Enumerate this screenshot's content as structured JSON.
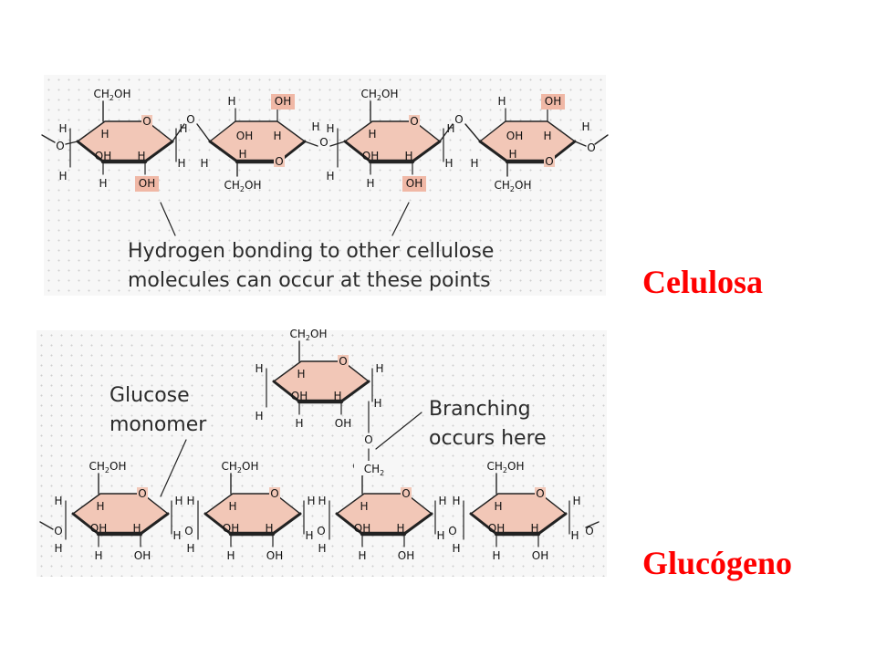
{
  "labels": {
    "cellulose": "Celulosa",
    "glycogen": "Glucógeno"
  },
  "cellulose": {
    "note_line1": "Hydrogen bonding to other cellulose",
    "note_line2": "molecules can occur at these points"
  },
  "glycogen": {
    "monomer_line1": "Glucose",
    "monomer_line2": "monomer",
    "branch_line1": "Branching",
    "branch_line2": "occurs here"
  },
  "atoms": {
    "h": "H",
    "oh": "OH",
    "o": "O",
    "ch2": "CH",
    "ch2oh_a": "CH",
    "ch2oh_b": "OH",
    "sub2": "2"
  },
  "colors": {
    "ring_fill": "#f2c7b7",
    "highlight": "#f0b8a6",
    "label_red": "#ff0000",
    "panel_bg": "#f7f7f7"
  }
}
